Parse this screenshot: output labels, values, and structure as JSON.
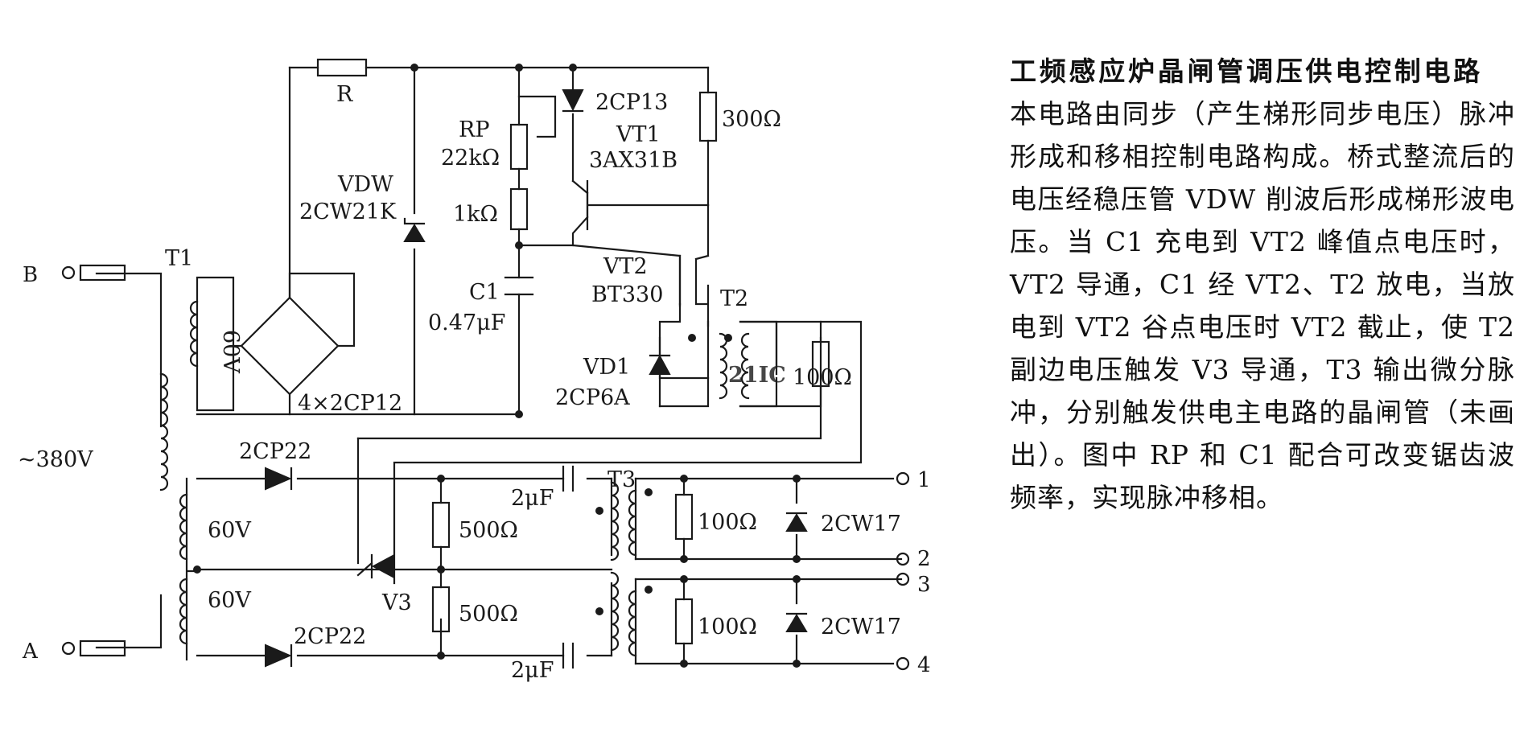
{
  "title": "工频感应炉晶闸管调压供电控制电路",
  "body": "本电路由同步（产生梯形同步电压）脉冲形成和移相控制电路构成。桥式整流后的电压经稳压管 VDW 削波后形成梯形波电压。当 C1 充电到 VT2 峰值点电压时，VT2 导通，C1 经 VT2、T2 放电，当放电到 VT2 谷点电压时 VT2 截止，使 T2 副边电压触发 V3 导通，T3 输出微分脉冲，分别触发供电主电路的晶闸管（未画出）。图中 RP 和 C1 配合可改变锯齿波频率，实现脉冲移相。",
  "watermark": "21IC",
  "labels": {
    "R": "R",
    "VDW": "VDW",
    "VDW_part": "2CW21K",
    "RP": "RP",
    "RP_val": "22kΩ",
    "R1k": "1kΩ",
    "C1": "C1",
    "C1_val": "0.47μF",
    "D2CP13": "2CP13",
    "VT1": "VT1",
    "VT1_part": "3AX31B",
    "R300": "300Ω",
    "VT2": "VT2",
    "VT2_part": "BT330",
    "T2": "T2",
    "VD1": "VD1",
    "VD1_part": "2CP6A",
    "R100_T2": "100Ω",
    "bridge": "4×2CP12",
    "T1": "T1",
    "V60_bridge": "60V",
    "V380": "~380V",
    "B": "B",
    "A": "A",
    "D2CP22_top": "2CP22",
    "D2CP22_bot": "2CP22",
    "V60_top": "60V",
    "V60_bot": "60V",
    "V3": "V3",
    "R500_top": "500Ω",
    "R500_bot": "500Ω",
    "C2uF_top": "2μF",
    "C2uF_bot": "2μF",
    "T3": "T3",
    "R100_top": "100Ω",
    "R100_bot": "100Ω",
    "Z2CW17_top": "2CW17",
    "Z2CW17_bot": "2CW17",
    "t1": "1",
    "t2": "2",
    "t3": "3",
    "t4": "4"
  }
}
